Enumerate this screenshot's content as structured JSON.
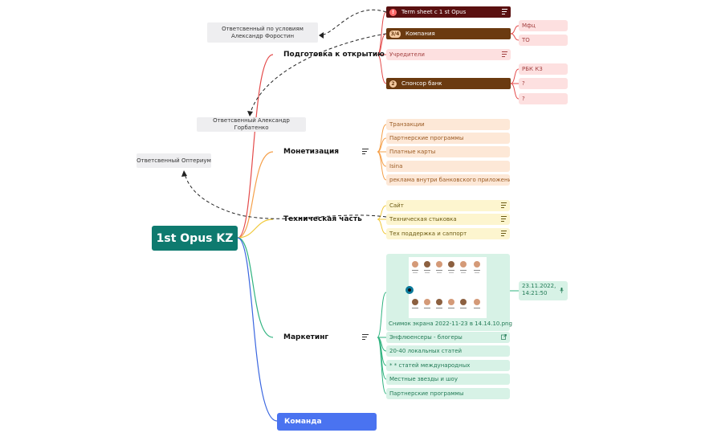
{
  "root": {
    "label": "1st Opus KZ"
  },
  "branches": {
    "opening": "Подготовка к открытию",
    "monetization": "Монетизация",
    "tech": "Техническая часть",
    "marketing": "Маркетинг",
    "team": "Команда"
  },
  "notes": {
    "frostin": "Ответсвенный по условиям Александр Форостин",
    "gorbatenko": "Ответсвенный  Александр Горбатенко",
    "opterium": "Ответсвенный Оптериум"
  },
  "opening": {
    "term_sheet": {
      "badge": "!",
      "label": "Term sheet с  1 st Opus"
    },
    "company": {
      "badge": "3/4",
      "label": "Компания"
    },
    "founders": "Учредители",
    "sponsor": {
      "badge": "2",
      "label": "Спонсор банк"
    },
    "company_children": [
      "Мфц",
      "ТО"
    ],
    "sponsor_children": [
      "РБК КЗ",
      "?",
      "?"
    ]
  },
  "monetization_items": [
    "Транзакции",
    "Партнерские программы",
    "Платные карты",
    "Isina",
    "реклама внутри банковского приложения"
  ],
  "tech_items": [
    "Сайт",
    "Техническая стыковка",
    "Тех поддержка и саппорт"
  ],
  "marketing": {
    "image_caption": "Снимок экрана 2022-11-23 в 14.14.10.png",
    "image_timestamp": "23.11.2022, 14:21:50",
    "items": [
      "Энфлюенсеры - блогеры",
      "20-40 локальных статей",
      "* * статей международных",
      "Местные звезды и шоу",
      "Партнерские программы"
    ]
  },
  "icons": [
    "menu-icon",
    "number-badge-icon",
    "external-link-icon",
    "microphone-icon",
    "image-icon"
  ],
  "colors": {
    "root": "#0e7a6f",
    "opening_line": "#e44b4b",
    "monetization_line": "#f5a04a",
    "tech_line": "#f0c93c",
    "marketing_line": "#2fb37f",
    "team_line": "#3a66e0",
    "dark_node": "#6b3a10",
    "term_sheet": "#5a1010"
  }
}
